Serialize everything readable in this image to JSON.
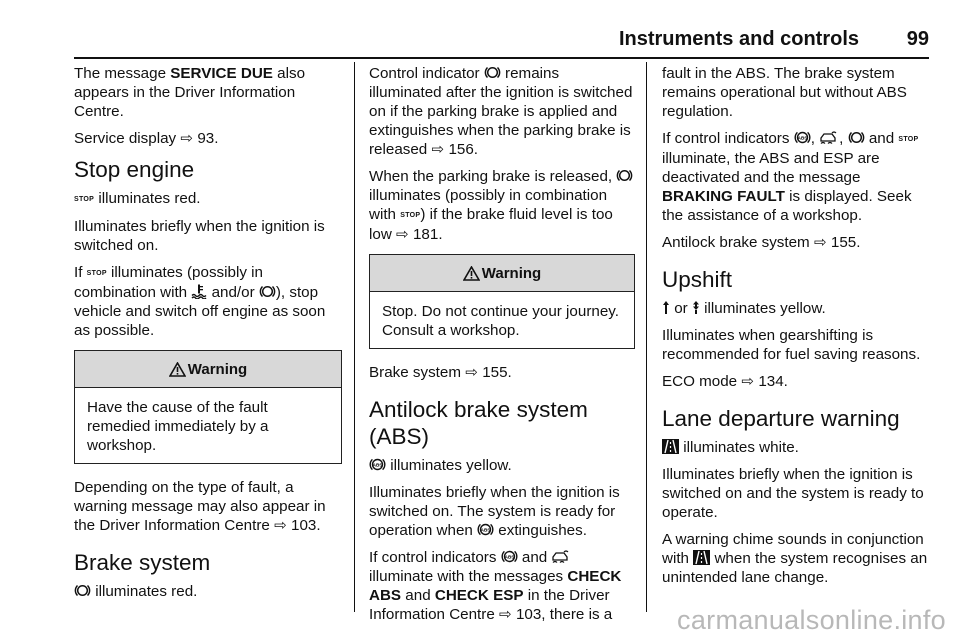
{
  "header": {
    "title": "Instruments and controls",
    "page_number": "99"
  },
  "col1": {
    "p1_a": "The message ",
    "p1_bold": "SERVICE DUE",
    "p1_b": " also appears in the Driver Information Centre.",
    "p2_a": "Service display ",
    "p2_ref": "93.",
    "h_stop": "Stop engine",
    "stop_icon": "STOP",
    "p3": " illuminates red.",
    "p4": "Illuminates briefly when the ignition is switched on.",
    "p5_a": "If ",
    "p5_b": " illuminates (possibly in combination with ",
    "p5_c": " and/or ",
    "p5_d": "), stop vehicle and switch off engine as soon as possible.",
    "warning_title": "Warning",
    "warning_body": "Have the cause of the fault remedied immediately by a workshop.",
    "p6_a": "Depending on the type of fault, a warning message may also appear in the Driver Information Centre ",
    "p6_ref": "103.",
    "h_brake": "Brake system",
    "p7": " illuminates red."
  },
  "col2": {
    "p1_a": "Control indicator ",
    "p1_b": " remains illuminated after the ignition is switched on if the parking brake is applied and extinguishes when the parking brake is released ",
    "p1_ref": "156.",
    "p2_a": "When the parking brake is released, ",
    "p2_b": " illuminates (possibly in combination with ",
    "p2_c": ") if the brake fluid level is too low ",
    "p2_ref": "181.",
    "warning_title": "Warning",
    "warning_body": "Stop. Do not continue your journey. Consult a workshop.",
    "p3_a": "Brake system ",
    "p3_ref": "155.",
    "h_abs": "Antilock brake system (ABS)",
    "p4": " illuminates yellow.",
    "p5_a": "Illuminates briefly when the ignition is switched on. The system is ready for operation when ",
    "p5_b": " extinguishes.",
    "p6_a": "If control indicators ",
    "p6_b": " and ",
    "p6_c": " illuminate with the messages ",
    "p6_bold1": "CHECK ABS",
    "p6_d": " and ",
    "p6_bold2": "CHECK ESP",
    "p6_e": " in the Driver Information Centre ",
    "p6_ref": "103, there is a"
  },
  "col3": {
    "p1": "fault in the ABS. The brake system remains operational but without ABS regulation.",
    "p2_a": "If control indicators ",
    "p2_b": ", ",
    "p2_c": ", ",
    "p2_d": " and ",
    "p2_e": " illuminate, the ABS and ESP are deactivated and the message ",
    "p2_bold": "BRAKING FAULT",
    "p2_f": " is displayed. Seek the assistance of a workshop.",
    "p3_a": "Antilock brake system ",
    "p3_ref": "155.",
    "h_upshift": "Upshift",
    "p4_b": " or ",
    "p4_c": " illuminates yellow.",
    "p5": "Illuminates when gearshifting is recommended for fuel saving reasons.",
    "p6_a": "ECO mode ",
    "p6_ref": "134.",
    "h_lane": "Lane departure warning",
    "p7": " illuminates white.",
    "p8": "Illuminates briefly when the ignition is switched on and the system is ready to operate.",
    "p9_a": "A warning chime sounds in conjunction with ",
    "p9_b": " when the system recognises an unintended lane change."
  },
  "watermark": "carmanualsonline.info",
  "icons": {
    "ref_arrow": "⇨"
  }
}
